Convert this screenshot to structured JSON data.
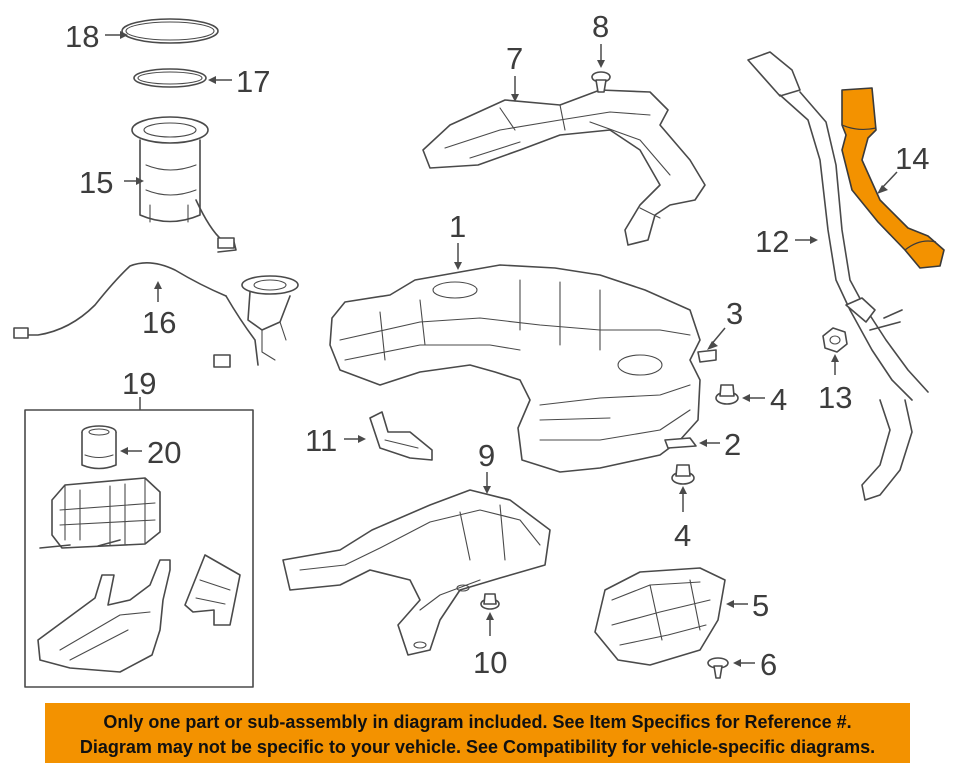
{
  "callouts": {
    "c1": "1",
    "c2": "2",
    "c3": "3",
    "c4a": "4",
    "c4b": "4",
    "c5": "5",
    "c6": "6",
    "c7": "7",
    "c8": "8",
    "c9": "9",
    "c10": "10",
    "c11": "11",
    "c12": "12",
    "c13": "13",
    "c14": "14",
    "c15": "15",
    "c16": "16",
    "c17": "17",
    "c18": "18",
    "c19": "19",
    "c20": "20"
  },
  "disclaimer": {
    "line1": "Only one part or sub-assembly in diagram included. See Item Specifics for Reference #.",
    "line2": "Diagram may not be specific to your vehicle. See Compatibility for vehicle-specific diagrams."
  },
  "colors": {
    "highlight": "#f39200",
    "line_art": "#4a4a4a",
    "banner": "#f39200"
  }
}
